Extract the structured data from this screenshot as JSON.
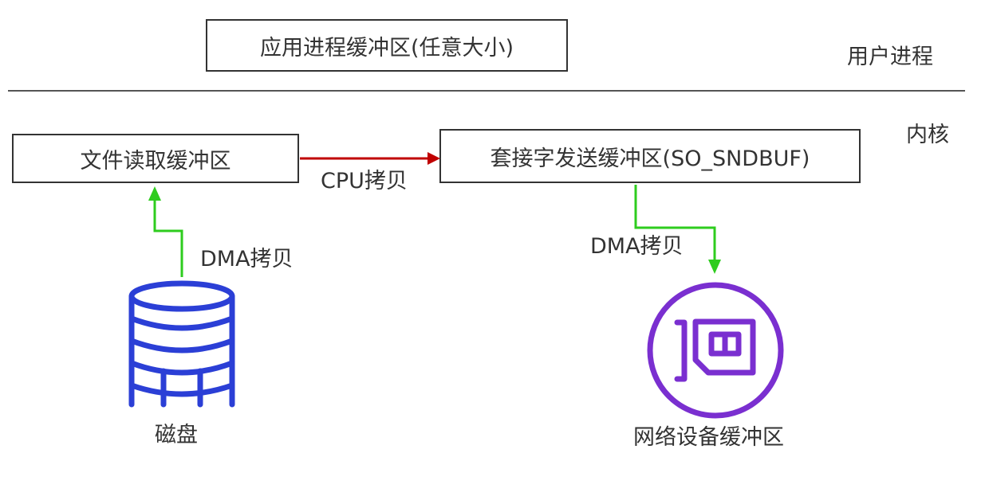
{
  "user_space": {
    "app_buffer_label": "应用进程缓冲区(任意大小)",
    "region_label": "用户进程"
  },
  "kernel": {
    "region_label": "内核",
    "file_buffer_label": "文件读取缓冲区",
    "socket_buffer_label": "套接字发送缓冲区(SO_SNDBUF)"
  },
  "edges": {
    "cpu_copy_label": "CPU拷贝",
    "dma_copy_disk_label": "DMA拷贝",
    "dma_copy_nic_label": "DMA拷贝"
  },
  "devices": {
    "disk_label": "磁盘",
    "disk_icon": "database-icon",
    "nic_label": "网络设备缓冲区",
    "nic_icon": "network-card-icon"
  },
  "colors": {
    "cpu_arrow": "#c00000",
    "dma_arrow": "#2ecc1e",
    "disk": "#2b3fd6",
    "nic": "#7a2fd0",
    "divider": "#555555"
  }
}
